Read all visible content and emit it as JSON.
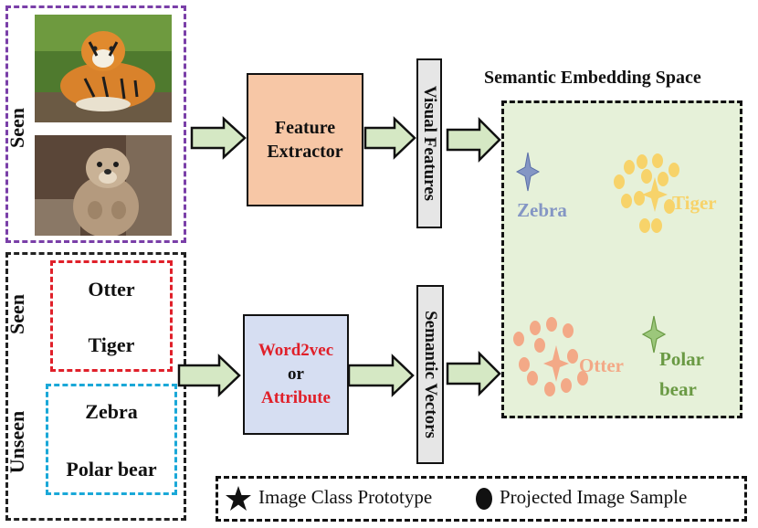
{
  "seen_panel": {
    "label": "Seen",
    "images": [
      {
        "name": "tiger"
      },
      {
        "name": "otter"
      }
    ]
  },
  "class_panel": {
    "seen_label": "Seen",
    "unseen_label": "Unseen",
    "seen_classes": [
      "Otter",
      "Tiger"
    ],
    "unseen_classes": [
      "Zebra",
      "Polar bear"
    ]
  },
  "feature_extractor": {
    "line1": "Feature",
    "line2": "Extractor",
    "color": "#f7c7a6"
  },
  "visual_features": {
    "label": "Visual Features"
  },
  "semantic_model": {
    "line1": "Word2vec",
    "line2": "or",
    "line3": "Attribute",
    "color": "#d6def2",
    "highlight": "#e0202a"
  },
  "semantic_vectors": {
    "label": "Semantic Vectors"
  },
  "embedding_space": {
    "title": "Semantic Embedding Space",
    "background": "#e6f1d9",
    "classes": [
      {
        "name": "Zebra",
        "color": "#8496c4"
      },
      {
        "name": "Tiger",
        "color": "#f7d36a"
      },
      {
        "name": "Otter",
        "color": "#f3a987"
      },
      {
        "name": "Polar",
        "name2": "bear",
        "color": "#6a9a44"
      }
    ]
  },
  "legend": {
    "prototype_label": "Image Class Prototype",
    "sample_label": "Projected Image Sample"
  },
  "arrow_color": "#d5e8c4"
}
